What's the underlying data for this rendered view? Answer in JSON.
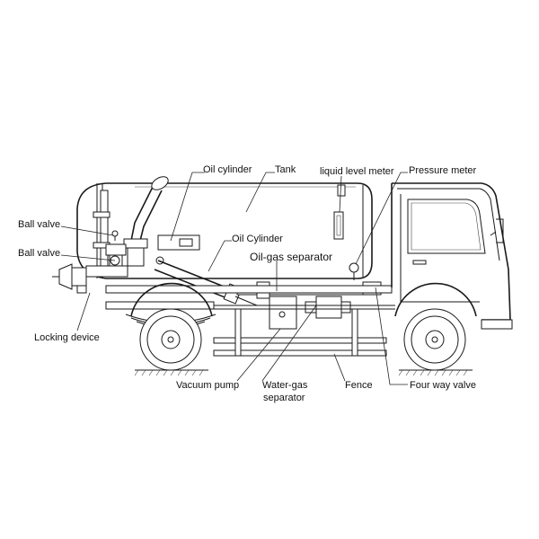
{
  "labels": {
    "oil_cylinder_top": "Oil cylinder",
    "tank": "Tank",
    "liquid_level_meter": "liquid level meter",
    "pressure_meter": "Pressure meter",
    "ball_valve_1": "Ball valve",
    "ball_valve_2": "Ball valve",
    "oil_cylinder_mid": "Oil Cylinder",
    "oil_gas_separator": "Oil-gas separator",
    "locking_device": "Locking device",
    "vacuum_pump": "Vacuum pump",
    "water_gas_separator_1": "Water-gas",
    "water_gas_separator_2": "separator",
    "fence": "Fence",
    "four_way_valve": "Four way valve"
  }
}
